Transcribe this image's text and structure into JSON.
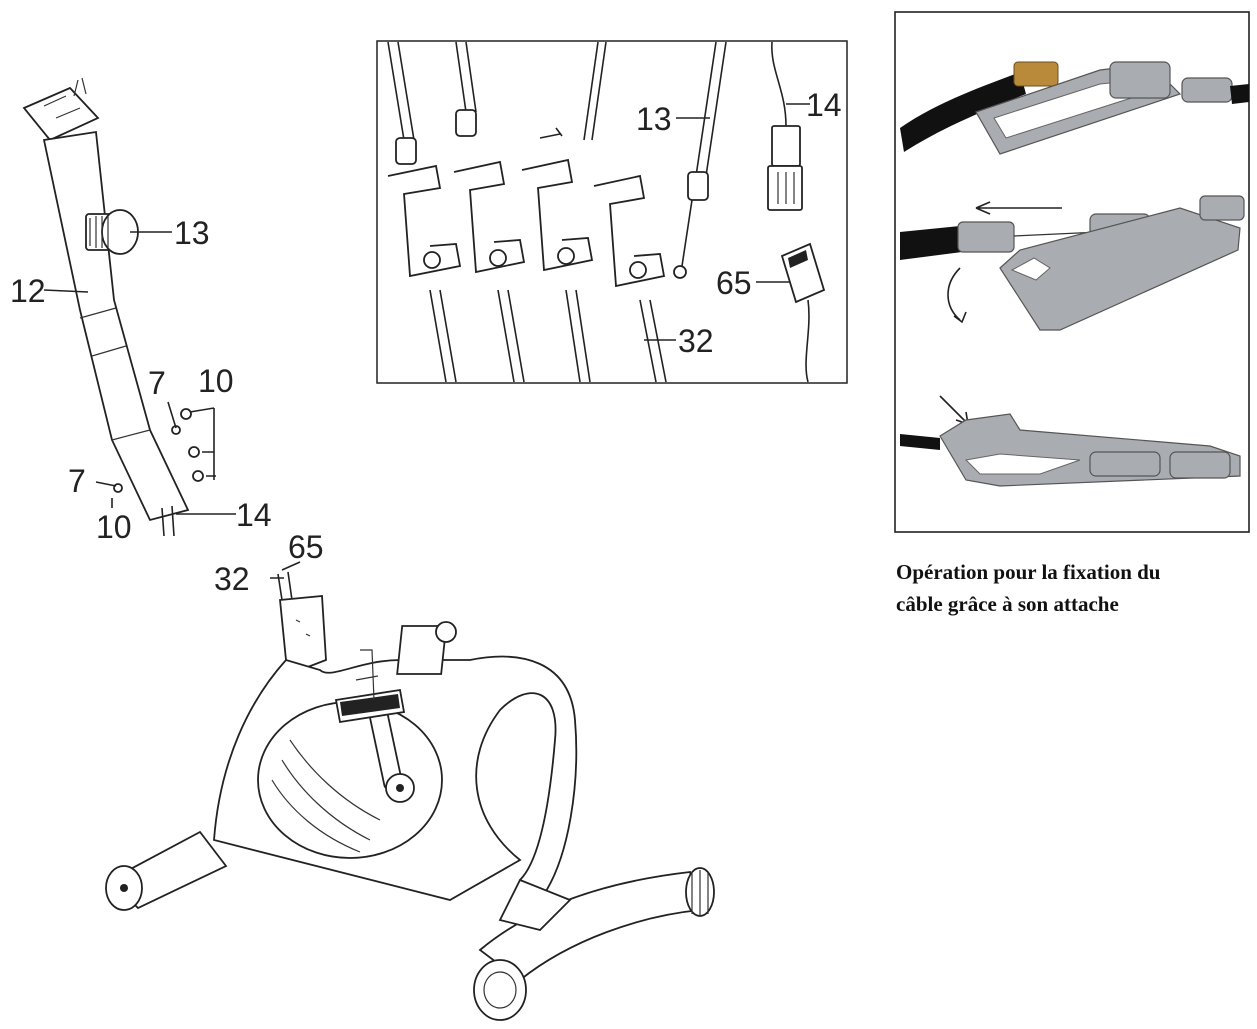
{
  "labels": {
    "main_12": "12",
    "main_13": "13",
    "main_7a": "7",
    "main_10a": "10",
    "main_7b": "7",
    "main_10b": "10",
    "main_14": "14",
    "main_32": "32",
    "main_65": "65",
    "detail_13": "13",
    "detail_14": "14",
    "detail_65": "65",
    "detail_32": "32"
  },
  "caption": {
    "line1": "Opération pour la fixation du",
    "line2": "câble grâce à son attache"
  }
}
